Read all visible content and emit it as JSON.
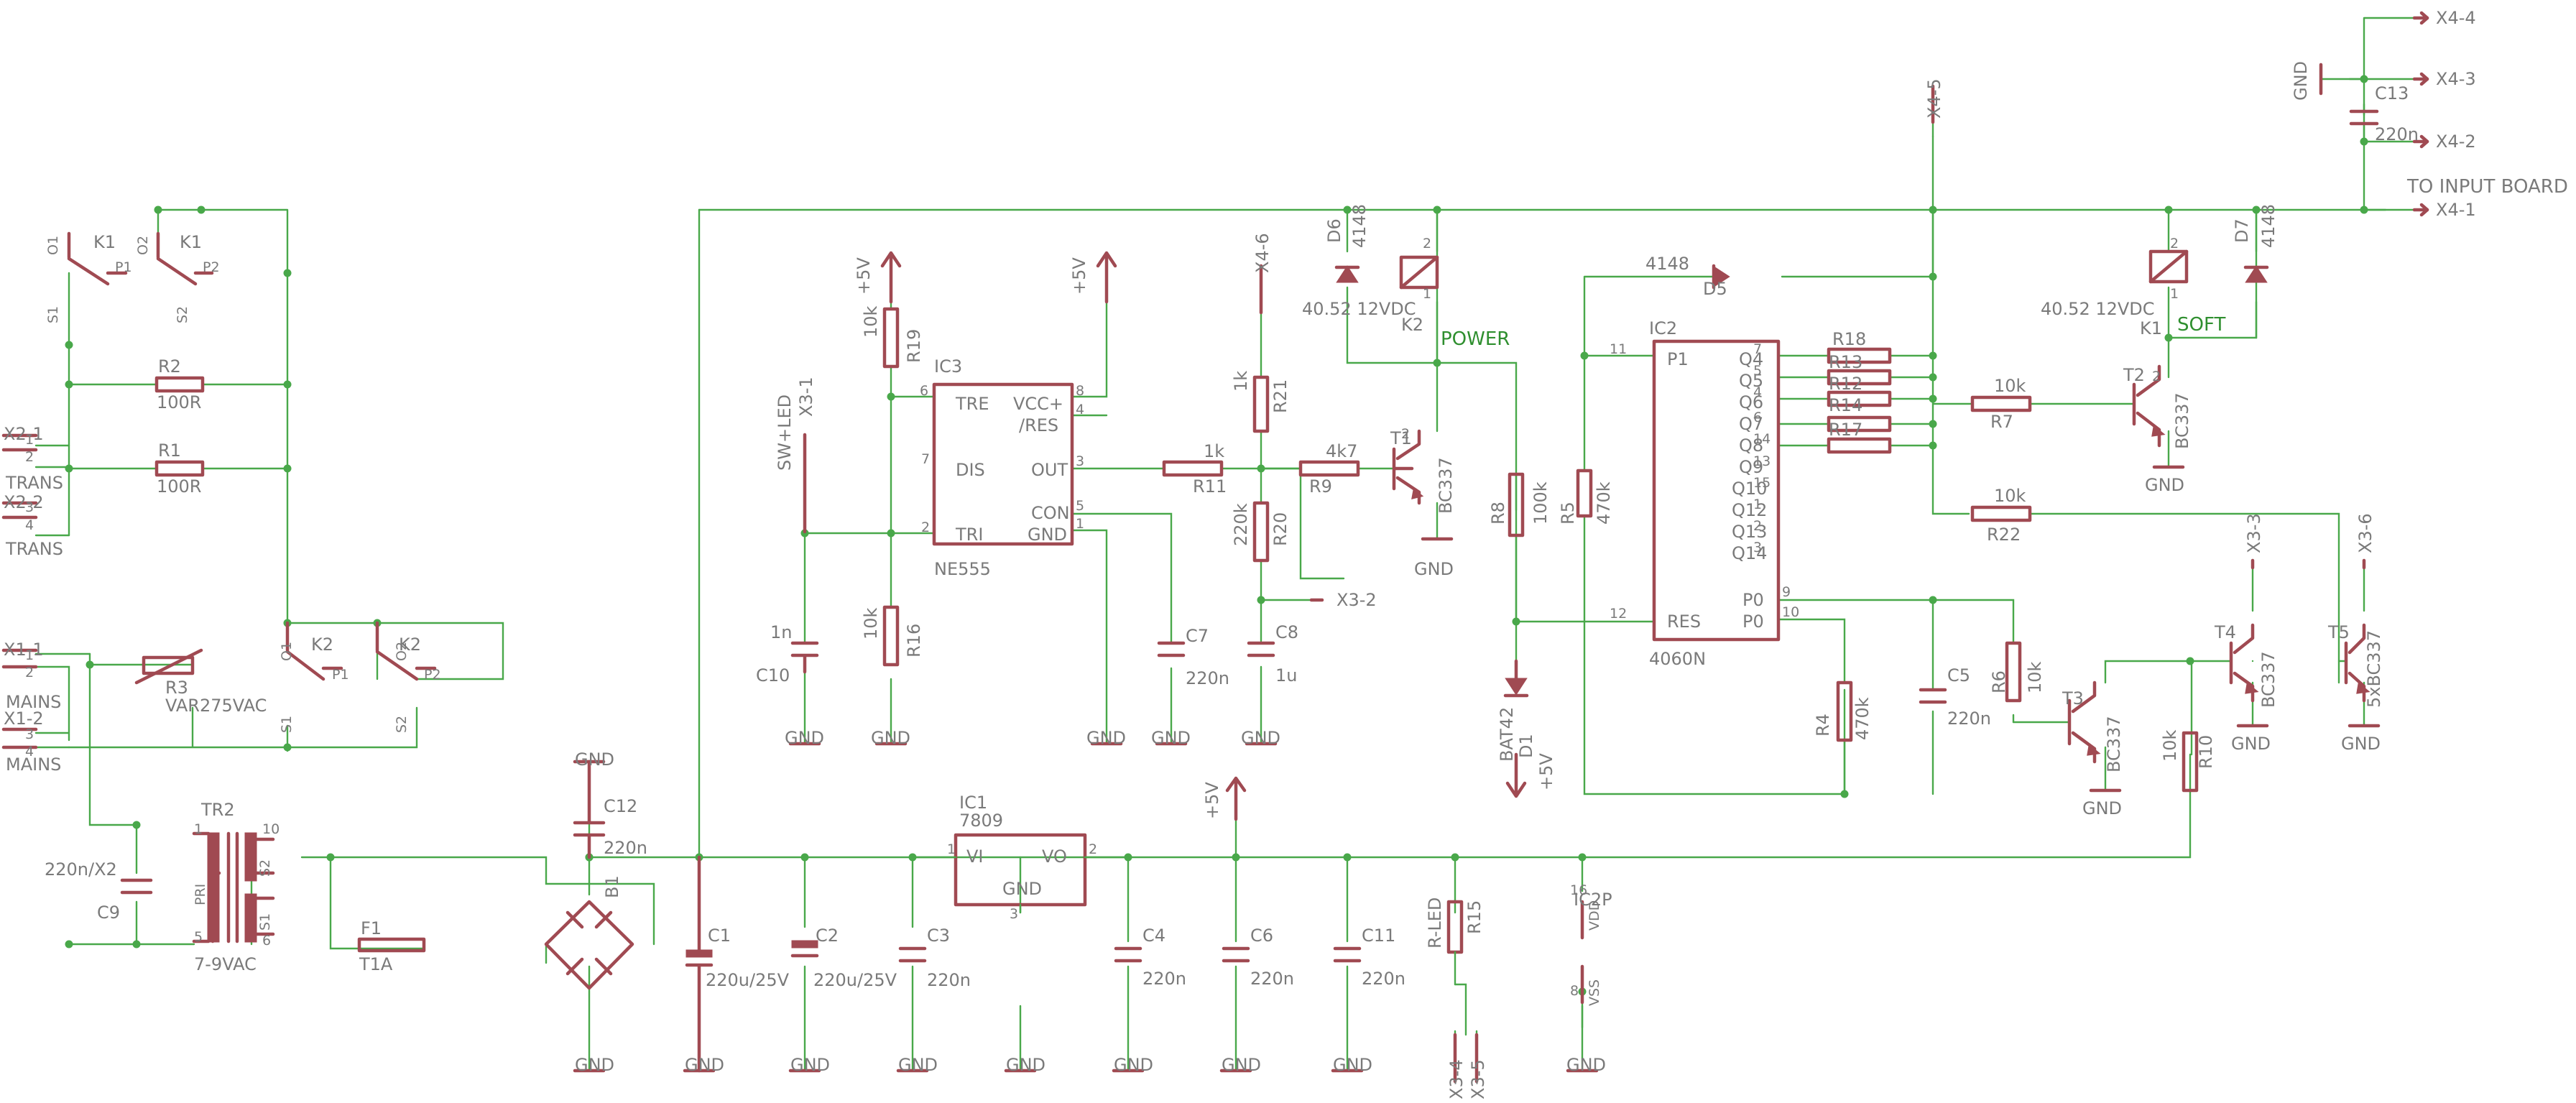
{
  "diagram": {
    "type": "electronic-schematic",
    "top_labels": [
      "TO INPUT BOARD",
      "POWER",
      "SOFT"
    ],
    "components": [
      {
        "ref": "K1",
        "kind": "relay-contact",
        "pins": [
          "O1",
          "S1",
          "P1",
          "O2",
          "S2",
          "P2"
        ]
      },
      {
        "ref": "K2",
        "kind": "relay-contact",
        "pins": [
          "O1",
          "S1",
          "P1",
          "O2",
          "S2",
          "P2"
        ]
      },
      {
        "ref": "R1",
        "value": "100R"
      },
      {
        "ref": "R2",
        "value": "100R"
      },
      {
        "ref": "R3",
        "value": "VAR275VAC"
      },
      {
        "ref": "TR2",
        "value": "7-9VAC",
        "pins": [
          "PRI",
          "S1",
          "S2"
        ]
      },
      {
        "ref": "C9",
        "value": "220n/X2"
      },
      {
        "ref": "F1",
        "value": "T1A"
      },
      {
        "ref": "B1"
      },
      {
        "ref": "C12",
        "value": "220n"
      },
      {
        "ref": "C1",
        "value": "220u/25V"
      },
      {
        "ref": "C2",
        "value": "220u/25V"
      },
      {
        "ref": "C3",
        "value": "220n"
      },
      {
        "ref": "IC1",
        "value": "7809",
        "pins": [
          "VI",
          "VO",
          "GND"
        ]
      },
      {
        "ref": "C4",
        "value": "220n"
      },
      {
        "ref": "C6",
        "value": "220n"
      },
      {
        "ref": "C11",
        "value": "220n"
      },
      {
        "ref": "R15",
        "value": "R-LED"
      },
      {
        "ref": "IC2P",
        "pins": [
          "VDD",
          "VSS"
        ]
      },
      {
        "ref": "IC3",
        "value": "NE555",
        "pins": [
          "TRE",
          "VCC+",
          "/RES",
          "DIS",
          "OUT",
          "TRI",
          "CON",
          "GND"
        ]
      },
      {
        "ref": "R19",
        "value": "10k"
      },
      {
        "ref": "R16",
        "value": "10k"
      },
      {
        "ref": "C10",
        "value": "1n"
      },
      {
        "ref": "C7",
        "value": "220n"
      },
      {
        "ref": "R11",
        "value": "1k"
      },
      {
        "ref": "R21",
        "value": "1k"
      },
      {
        "ref": "R20",
        "value": "220k"
      },
      {
        "ref": "C8",
        "value": "1u"
      },
      {
        "ref": "R9",
        "value": "4k7"
      },
      {
        "ref": "T1",
        "value": "BC337"
      },
      {
        "ref": "D6",
        "value": "4148"
      },
      {
        "ref": "K2",
        "value": "40.52 12VDC"
      },
      {
        "ref": "R8",
        "value": "100k"
      },
      {
        "ref": "R5",
        "value": "470k"
      },
      {
        "ref": "D1",
        "value": "BAT42"
      },
      {
        "ref": "D5",
        "value": "4148"
      },
      {
        "ref": "IC2",
        "value": "4060N",
        "pins": [
          "P1",
          "RES",
          "P0",
          "P0",
          "Q4",
          "Q5",
          "Q6",
          "Q7",
          "Q8",
          "Q9",
          "Q10",
          "Q12",
          "Q13",
          "Q14"
        ]
      },
      {
        "ref": "R4",
        "value": "470k"
      },
      {
        "ref": "C5",
        "value": "220n"
      },
      {
        "ref": "R18"
      },
      {
        "ref": "R13"
      },
      {
        "ref": "R12"
      },
      {
        "ref": "R14"
      },
      {
        "ref": "R17"
      },
      {
        "ref": "R7",
        "value": "10k"
      },
      {
        "ref": "R22",
        "value": "10k"
      },
      {
        "ref": "T2",
        "value": "BC337"
      },
      {
        "ref": "D7",
        "value": "4148"
      },
      {
        "ref": "K1",
        "value": "40.52 12VDC"
      },
      {
        "ref": "R6",
        "value": "10k"
      },
      {
        "ref": "T3",
        "value": "BC337"
      },
      {
        "ref": "R10",
        "value": "10k"
      },
      {
        "ref": "T4",
        "value": "BC337"
      },
      {
        "ref": "T5",
        "value": "5xBC337"
      },
      {
        "ref": "C13",
        "value": "220n"
      }
    ],
    "connectors": [
      "X1-1",
      "X1-2",
      "X2-1",
      "X2-2",
      "X3-1",
      "X3-2",
      "X3-3",
      "X3-4",
      "X3-5",
      "X3-6",
      "X4-1",
      "X4-2",
      "X4-3",
      "X4-4",
      "X4-5",
      "X4-6"
    ],
    "nets": [
      "GND",
      "+5V",
      "SW+LED",
      "TRANS",
      "MAINS"
    ],
    "pin_numbers": [
      "1",
      "2",
      "3",
      "4",
      "5",
      "6",
      "7",
      "8",
      "9",
      "10",
      "11",
      "12",
      "13",
      "14",
      "15",
      "16"
    ]
  }
}
